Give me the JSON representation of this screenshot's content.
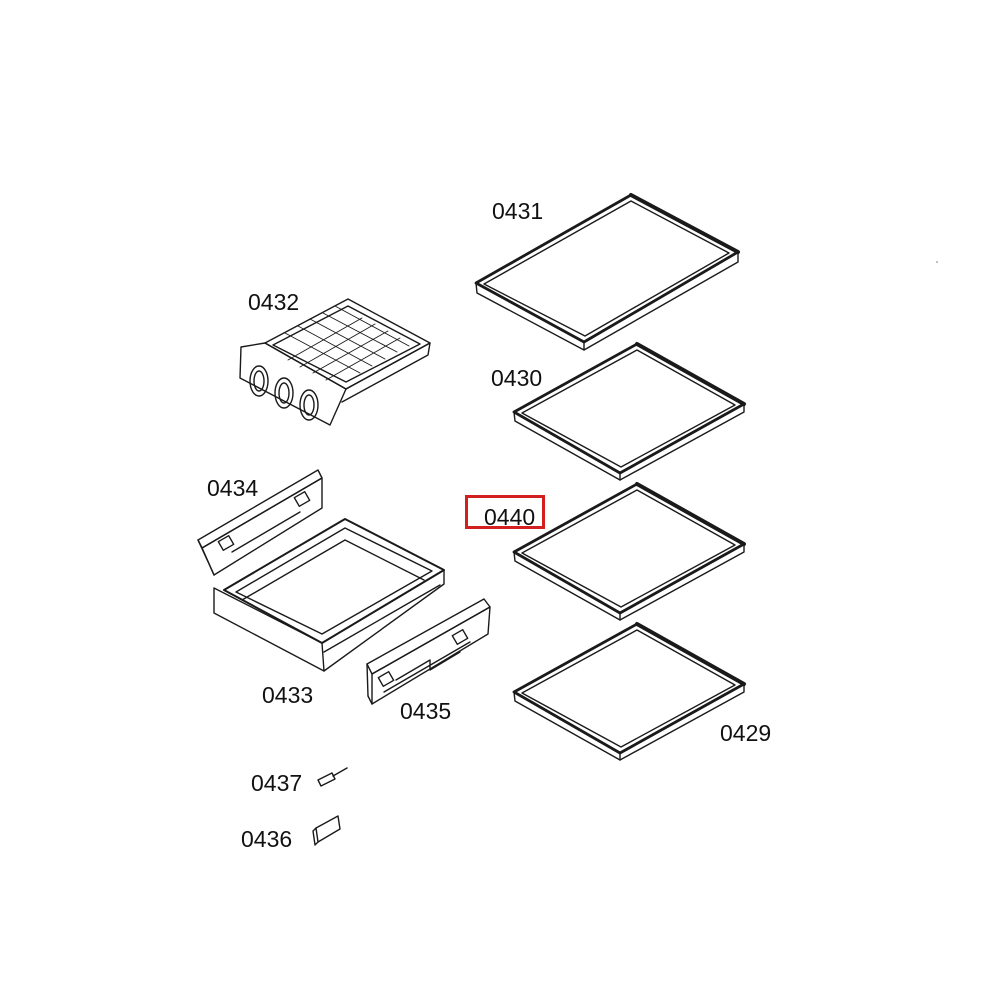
{
  "colors": {
    "line": "#1a1a1a",
    "highlight": "#d21f1f",
    "background": "#ffffff"
  },
  "parts": {
    "p0431": {
      "label": "0431"
    },
    "p0432": {
      "label": "0432"
    },
    "p0430": {
      "label": "0430"
    },
    "p0434": {
      "label": "0434"
    },
    "p0440": {
      "label": "0440",
      "highlighted": true
    },
    "p0433": {
      "label": "0433"
    },
    "p0435": {
      "label": "0435"
    },
    "p0429": {
      "label": "0429"
    },
    "p0437": {
      "label": "0437"
    },
    "p0436": {
      "label": "0436"
    }
  }
}
